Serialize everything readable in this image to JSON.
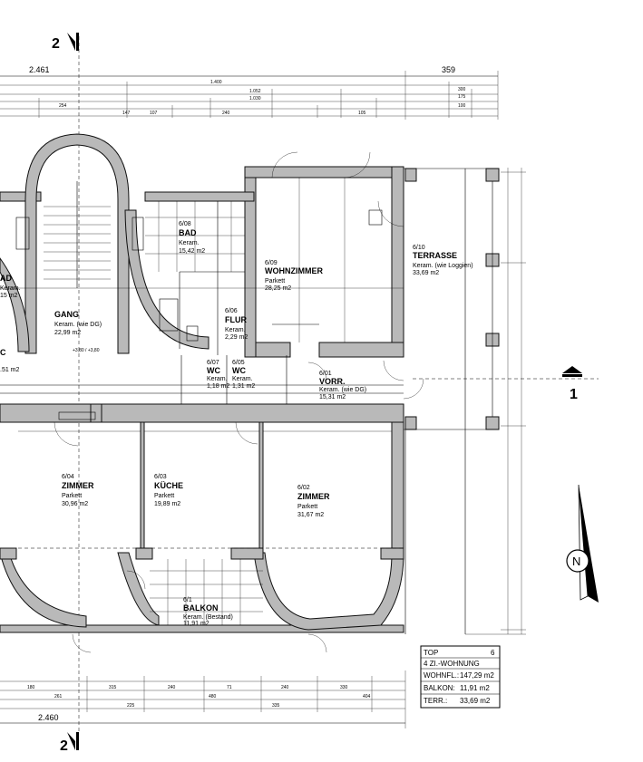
{
  "sections": {
    "top_label": "2",
    "bottom_label": "2",
    "right_label": "1"
  },
  "dimensions": {
    "top_total": "2.461",
    "top_right": "359",
    "bottom_total": "2.460"
  },
  "north_label": "N",
  "rooms": [
    {
      "no": "6/08",
      "name": "BAD",
      "floor": "Keram.",
      "area": "15,42 m2"
    },
    {
      "no": "6/09",
      "name": "WOHNZIMMER",
      "floor": "Parkett",
      "area": "28,25 m2"
    },
    {
      "no": "6/10",
      "name": "TERRASSE",
      "floor": "Keram. (wie Loggien)",
      "area": "33,69 m2"
    },
    {
      "no": "",
      "name": "GANG",
      "floor": "Keram. (wie DG)",
      "area": "22,99 m2"
    },
    {
      "no": "6/06",
      "name": "FLUR",
      "floor": "Keram.",
      "area": "2,29 m2"
    },
    {
      "no": "6/07",
      "name": "WC",
      "floor": "Keram.",
      "area": "1,18 m2"
    },
    {
      "no": "6/05",
      "name": "WC",
      "floor": "Keram.",
      "area": "1,31 m2"
    },
    {
      "no": "6/01",
      "name": "VORR.",
      "floor": "Keram. (wie DG)",
      "area": "15,31 m2"
    },
    {
      "no": "6/04",
      "name": "ZIMMER",
      "floor": "Parkett",
      "area": "30,96 m2"
    },
    {
      "no": "6/03",
      "name": "KÜCHE",
      "floor": "Parkett",
      "area": "19,89 m2"
    },
    {
      "no": "6/02",
      "name": "ZIMMER",
      "floor": "Parkett",
      "area": "31,67 m2"
    },
    {
      "no": "6/1",
      "name": "BALKON",
      "floor": "Keram. (Bestand)",
      "area": "11,91 m2"
    }
  ],
  "partial_labels": {
    "left_bad": "AD",
    "left_area": "15 m2",
    "left_wc": "C",
    "left_area2": ".51 m2",
    "left_keram": "Keram."
  },
  "level_note": "+3,80 / +3,80",
  "title_block": {
    "top": "TOP",
    "top_no": "6",
    "type": "4 ZI.-WOHNUNG",
    "rows": [
      {
        "label": "WOHNFL.:",
        "value": "147,29 m2"
      },
      {
        "label": "BALKON:",
        "value": "11,91 m2"
      },
      {
        "label": "TERR.:",
        "value": "33,69 m2"
      }
    ]
  }
}
